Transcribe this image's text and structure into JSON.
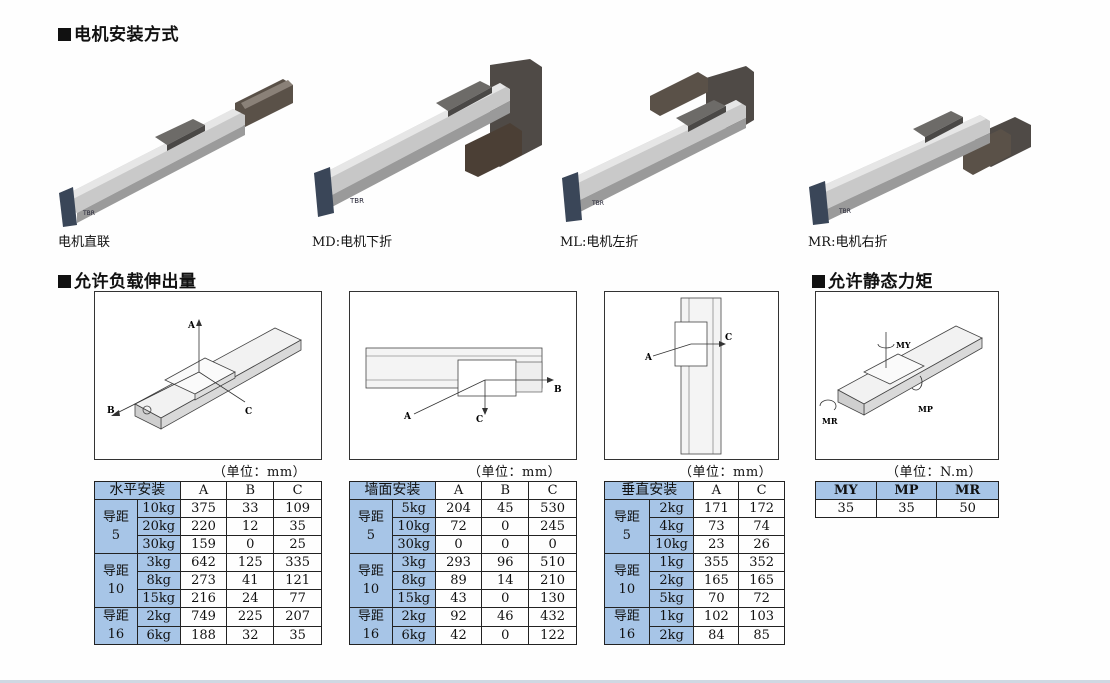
{
  "section1": {
    "title": "电机安装方式",
    "captions": [
      "电机直联",
      "MD:电机下折",
      "ML:电机左折",
      "MR:电机右折"
    ]
  },
  "section2": {
    "title": "允许负载伸出量"
  },
  "section3": {
    "title": "允许静态力矩"
  },
  "product_label": "TBR",
  "figure_labels": {
    "a": "A",
    "b": "B",
    "c": "C",
    "my": "MY",
    "mp": "MP",
    "mr": "MR"
  },
  "unit_mm": "（单位：mm）",
  "unit_nm": "（单位：N.m）",
  "tables": [
    {
      "title": "水平安装",
      "columns": [
        "A",
        "B",
        "C"
      ],
      "groups": [
        {
          "lead": "导距",
          "num": "5",
          "rows": [
            {
              "load": "10kg",
              "vals": [
                "375",
                "33",
                "109"
              ]
            },
            {
              "load": "20kg",
              "vals": [
                "220",
                "12",
                "35"
              ]
            },
            {
              "load": "30kg",
              "vals": [
                "159",
                "0",
                "25"
              ]
            }
          ]
        },
        {
          "lead": "导距",
          "num": "10",
          "rows": [
            {
              "load": "3kg",
              "vals": [
                "642",
                "125",
                "335"
              ]
            },
            {
              "load": "8kg",
              "vals": [
                "273",
                "41",
                "121"
              ]
            },
            {
              "load": "15kg",
              "vals": [
                "216",
                "24",
                "77"
              ]
            }
          ]
        },
        {
          "lead": "导距",
          "num": "16",
          "rows": [
            {
              "load": "2kg",
              "vals": [
                "749",
                "225",
                "207"
              ]
            },
            {
              "load": "6kg",
              "vals": [
                "188",
                "32",
                "35"
              ]
            }
          ]
        }
      ]
    },
    {
      "title": "墙面安装",
      "columns": [
        "A",
        "B",
        "C"
      ],
      "groups": [
        {
          "lead": "导距",
          "num": "5",
          "rows": [
            {
              "load": "5kg",
              "vals": [
                "204",
                "45",
                "530"
              ]
            },
            {
              "load": "10kg",
              "vals": [
                "72",
                "0",
                "245"
              ]
            },
            {
              "load": "30kg",
              "vals": [
                "0",
                "0",
                "0"
              ]
            }
          ]
        },
        {
          "lead": "导距",
          "num": "10",
          "rows": [
            {
              "load": "3kg",
              "vals": [
                "293",
                "96",
                "510"
              ]
            },
            {
              "load": "8kg",
              "vals": [
                "89",
                "14",
                "210"
              ]
            },
            {
              "load": "15kg",
              "vals": [
                "43",
                "0",
                "130"
              ]
            }
          ]
        },
        {
          "lead": "导距",
          "num": "16",
          "rows": [
            {
              "load": "2kg",
              "vals": [
                "92",
                "46",
                "432"
              ]
            },
            {
              "load": "6kg",
              "vals": [
                "42",
                "0",
                "122"
              ]
            }
          ]
        }
      ]
    },
    {
      "title": "垂直安装",
      "columns": [
        "A",
        "C"
      ],
      "groups": [
        {
          "lead": "导距",
          "num": "5",
          "rows": [
            {
              "load": "2kg",
              "vals": [
                "171",
                "172"
              ]
            },
            {
              "load": "4kg",
              "vals": [
                "73",
                "74"
              ]
            },
            {
              "load": "10kg",
              "vals": [
                "23",
                "26"
              ]
            }
          ]
        },
        {
          "lead": "导距",
          "num": "10",
          "rows": [
            {
              "load": "1kg",
              "vals": [
                "355",
                "352"
              ]
            },
            {
              "load": "2kg",
              "vals": [
                "165",
                "165"
              ]
            },
            {
              "load": "5kg",
              "vals": [
                "70",
                "72"
              ]
            }
          ]
        },
        {
          "lead": "导距",
          "num": "16",
          "rows": [
            {
              "load": "1kg",
              "vals": [
                "102",
                "103"
              ]
            },
            {
              "load": "2kg",
              "vals": [
                "84",
                "85"
              ]
            }
          ]
        }
      ]
    }
  ],
  "moment_table": {
    "columns": [
      "MY",
      "MP",
      "MR"
    ],
    "values": [
      "35",
      "35",
      "50"
    ]
  }
}
